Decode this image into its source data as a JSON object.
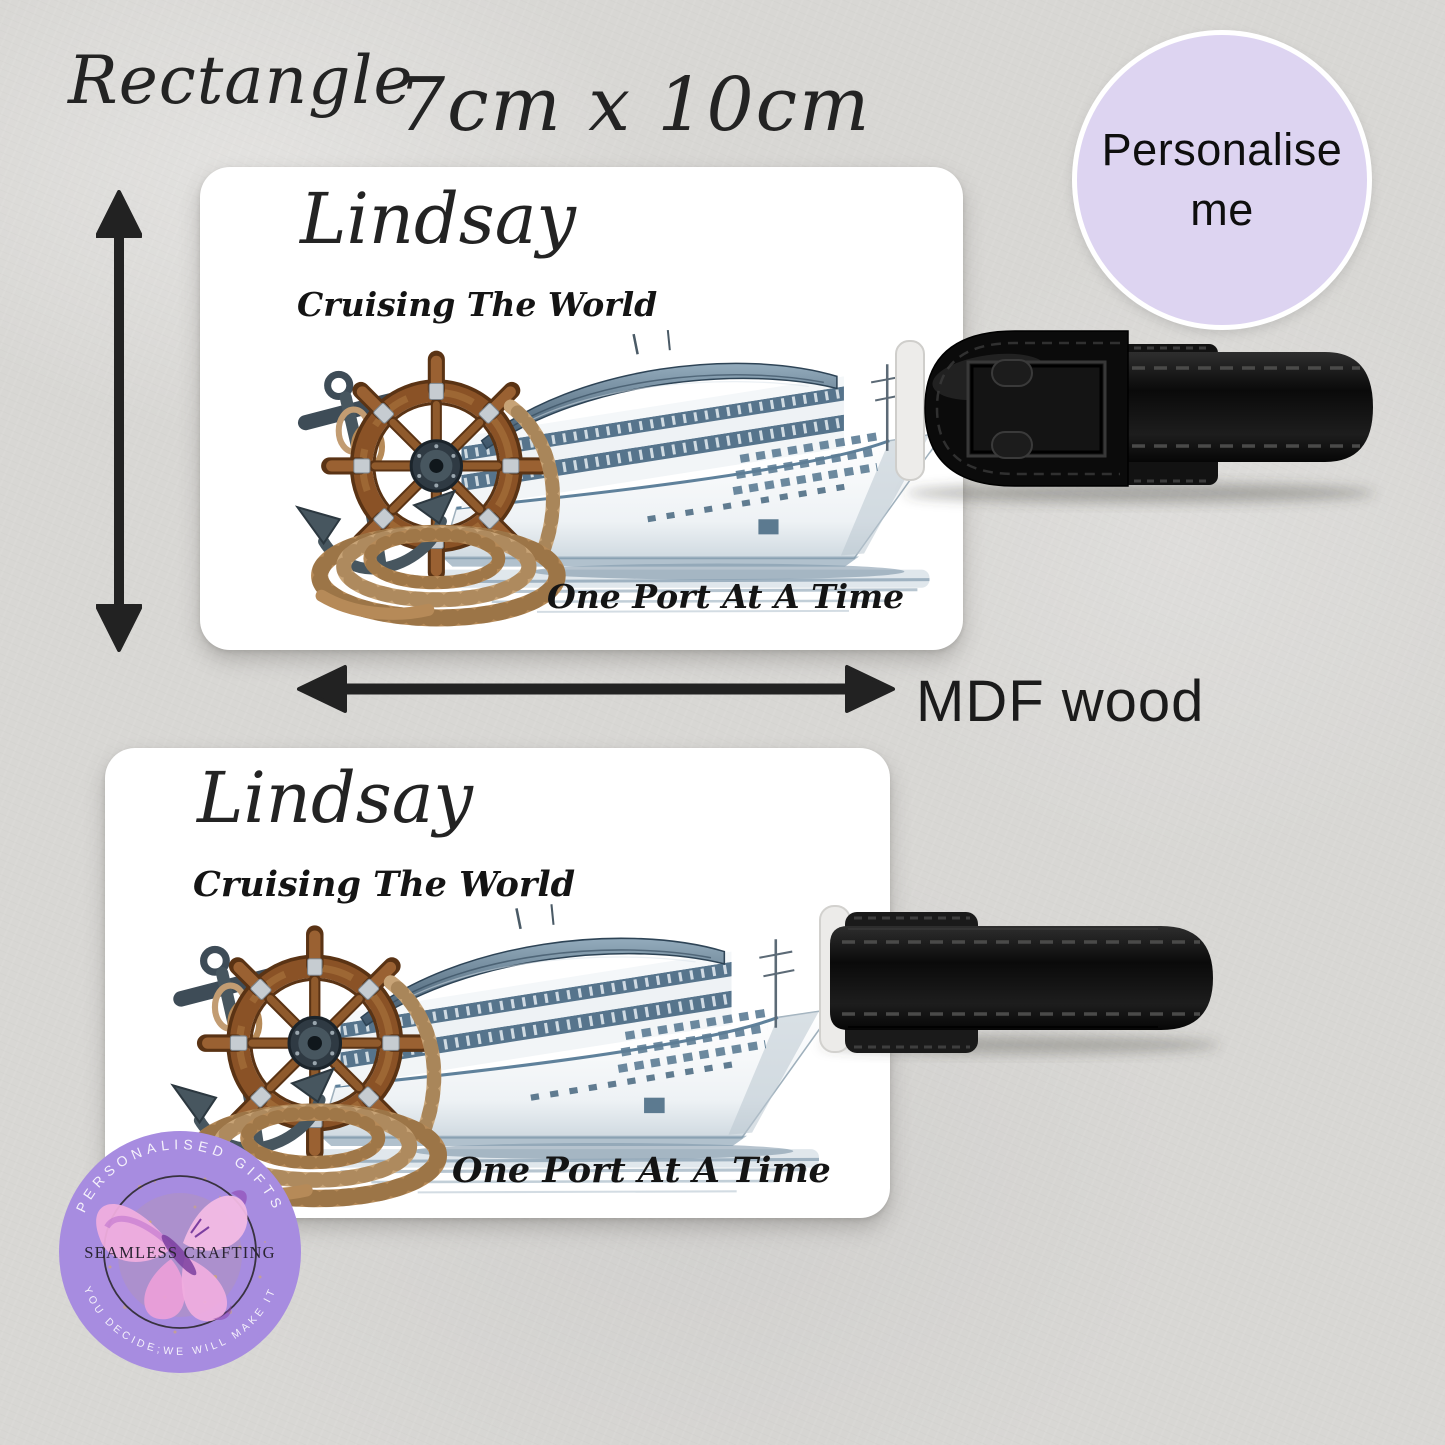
{
  "annotations": {
    "shape_label": "Rectangle",
    "size_label": "7cm x 10cm",
    "material_label": "MDF wood"
  },
  "badge": {
    "line1": "Personalise",
    "line2": "me"
  },
  "tag_design": {
    "name": "Lindsay",
    "subtitle": "Cruising The World",
    "tagline": "One Port At A Time"
  },
  "brand_logo": {
    "name": "SEAMLESS CRAFTING",
    "arc_top": "PERSONALISED GIFTS",
    "arc_bottom": "YOU DECIDE;WE WILL MAKE IT"
  },
  "colors": {
    "background": "#d8d7d4",
    "tag": "#ffffff",
    "badge_bg": "#ddd4f1",
    "logo_bg": "#a78ce0",
    "strap": "#101010",
    "text": "#1c1c1c"
  }
}
